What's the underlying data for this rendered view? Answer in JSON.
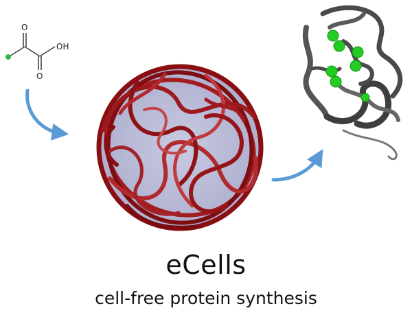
{
  "title": "eCells",
  "subtitle": "cell-free protein synthesis",
  "molecule": {
    "atom_labels": [
      "O",
      "OH",
      "O"
    ]
  },
  "colors": {
    "arrow": "#5b9bd5",
    "globule_fill": "#b9bad6",
    "tangle_dark": "#8a0f12",
    "tangle_light": "#c0393d",
    "atom_green": "#22cc22",
    "ribbon_gray": "#4a4a4a"
  }
}
